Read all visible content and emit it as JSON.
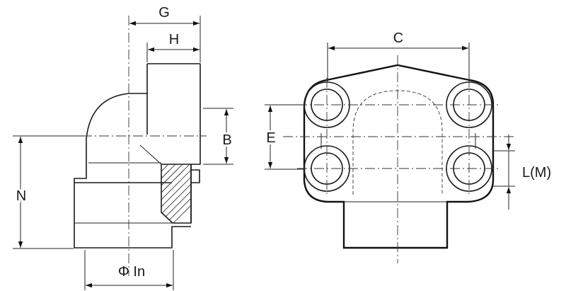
{
  "labels": {
    "g": "G",
    "h": "H",
    "b": "B",
    "n": "N",
    "phi_in": "Φ In",
    "c": "C",
    "e": "E",
    "l_m": "L(M)"
  }
}
